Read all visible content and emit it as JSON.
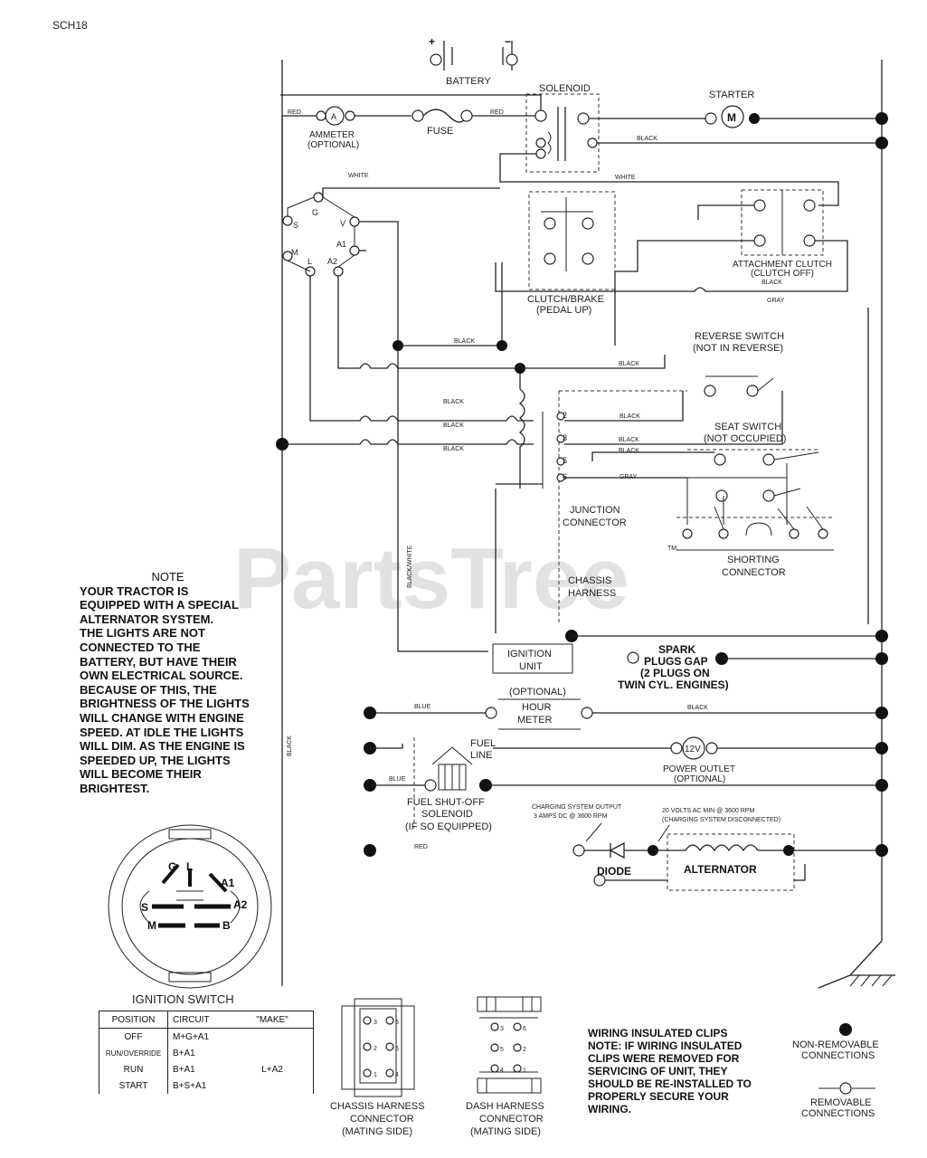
{
  "sheet_code": "SCH18",
  "watermark": "PartsTree",
  "trademark": "TM",
  "labels": {
    "battery": "BATTERY",
    "plus": "+",
    "minus": "−",
    "solenoid": "SOLENOID",
    "starter": "STARTER",
    "starter_m": "M",
    "ammeter": "AMMETER",
    "ammeter_opt": "(OPTIONAL)",
    "ammeter_a": "A",
    "fuse": "FUSE",
    "red": "RED",
    "red_left": "RED",
    "black": "BLACK",
    "white": "WHITE",
    "white2": "WHITE",
    "gray": "GRAY",
    "black_white": "BLACK/WHITE",
    "attach_clutch_1": "ATTACHMENT CLUTCH",
    "attach_clutch_2": "(CLUTCH OFF)",
    "clutch_brake_1": "CLUTCH/BRAKE",
    "clutch_brake_2": "(PEDAL UP)",
    "reverse_1": "REVERSE SWITCH",
    "reverse_2": "(NOT IN REVERSE)",
    "seat_1": "SEAT SWITCH",
    "seat_2": "(NOT OCCUPIED)",
    "junction_1": "JUNCTION",
    "junction_2": "CONNECTOR",
    "shorting_1": "SHORTING",
    "shorting_2": "CONNECTOR",
    "chassis_1": "CHASSIS",
    "chassis_2": "HARNESS",
    "ignition_unit_1": "IGNITION",
    "ignition_unit_2": "UNIT",
    "spark_1": "SPARK",
    "spark_2": "PLUGS GAP",
    "spark_3": "(2 PLUGS ON",
    "spark_4": "TWIN CYL. ENGINES)",
    "hour_1": "(OPTIONAL)",
    "hour_2": "HOUR",
    "hour_3": "METER",
    "blue": "BLUE",
    "blue2": "BLUE",
    "fuel_line_1": "FUEL",
    "fuel_line_2": "LINE",
    "outlet_v": "12V",
    "outlet_1": "POWER OUTLET",
    "outlet_2": "(OPTIONAL)",
    "fuel_sol_1": "FUEL SHUT-OFF",
    "fuel_sol_2": "SOLENOID",
    "fuel_sol_3": "(IF SO EQUIPPED)",
    "charging_1": "CHARGING SYSTEM OUTPUT",
    "charging_2": "3 AMPS DC @ 3600 RPM",
    "volts_1": "20 VOLTS AC MIN @ 3600 RPM",
    "volts_2": "(CHARGING SYSTEM DISCONNECTED)",
    "diode": "DIODE",
    "alternator": "ALTERNATOR",
    "pin_2": "2",
    "pin_3": "3",
    "pin_5": "5",
    "pin_6": "6",
    "sw_s": "S",
    "sw_g": "G",
    "sw_v": "V",
    "sw_a1": "A1",
    "sw_l": "L",
    "sw_a2": "A2",
    "sw_m": "M",
    "sw_b": "B"
  },
  "note": {
    "title": "NOTE",
    "lines": [
      "YOUR TRACTOR IS",
      "EQUIPPED WITH A SPECIAL",
      "ALTERNATOR SYSTEM.",
      "THE LIGHTS ARE NOT",
      "CONNECTED TO THE",
      "BATTERY, BUT HAVE THEIR",
      "OWN ELECTRICAL SOURCE.",
      "BECAUSE OF THIS, THE",
      "BRIGHTNESS OF THE LIGHTS",
      "WILL CHANGE WITH ENGINE",
      "SPEED.  AT IDLE THE LIGHTS",
      "WILL DIM.  AS THE ENGINE IS",
      "SPEEDED UP, THE LIGHTS",
      "WILL BECOME THEIR",
      "BRIGHTEST."
    ]
  },
  "ignition_switch": {
    "title": "IGNITION SWITCH",
    "terminals": [
      "G",
      "L",
      "A1",
      "S",
      "A2",
      "M",
      "B"
    ],
    "headers": [
      "POSITION",
      "CIRCUIT",
      "\"MAKE\""
    ],
    "rows": [
      [
        "OFF",
        "M+G+A1",
        ""
      ],
      [
        "RUN/OVERRIDE",
        "B+A1",
        ""
      ],
      [
        "RUN",
        "B+A1",
        "L+A2"
      ],
      [
        "START",
        "B+S+A1",
        ""
      ]
    ]
  },
  "connectors": {
    "chassis_1": "CHASSIS HARNESS",
    "chassis_2": "CONNECTOR",
    "chassis_3": "(MATING SIDE)",
    "dash_1": "DASH HARNESS",
    "dash_2": "CONNECTOR",
    "dash_3": "(MATING SIDE)",
    "chassis_pins": [
      "3",
      "6",
      "2",
      "5",
      "1",
      "4"
    ],
    "dash_pins": [
      "3",
      "6",
      "5",
      "2",
      "4",
      "1"
    ]
  },
  "clips_note": [
    "WIRING INSULATED CLIPS",
    "NOTE: IF WIRING INSULATED",
    "CLIPS WERE REMOVED FOR",
    "SERVICING OF UNIT, THEY",
    "SHOULD BE RE-INSTALLED TO",
    "PROPERLY SECURE YOUR",
    "WIRING."
  ],
  "legend": {
    "non_removable_1": "NON-REMOVABLE",
    "non_removable_2": "CONNECTIONS",
    "removable_1": "REMOVABLE",
    "removable_2": "CONNECTIONS"
  }
}
